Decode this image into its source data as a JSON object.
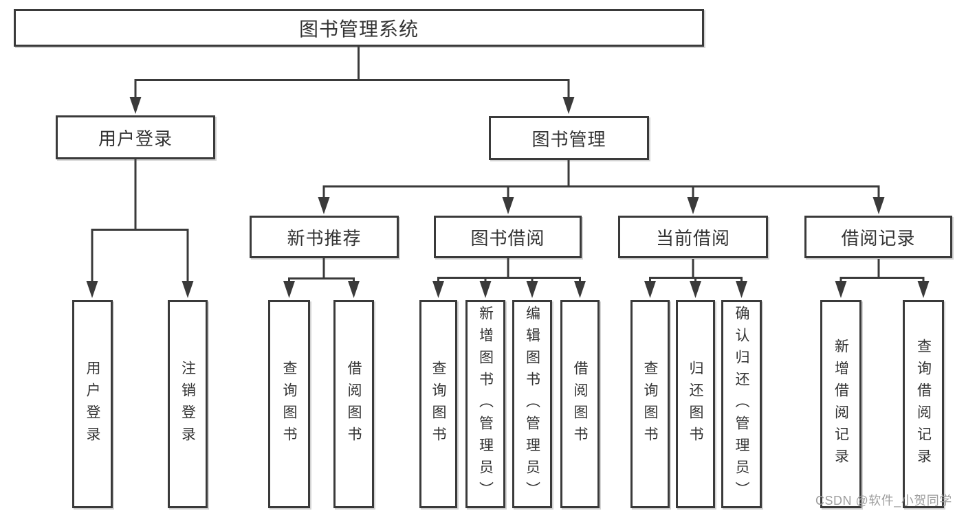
{
  "colors": {
    "line": "#3a3a3a",
    "text": "#333333",
    "box_bg": "#ffffff",
    "watermark": "#9e9e9e",
    "background": "#ffffff"
  },
  "diagram": {
    "type": "hierarchy-tree",
    "root": {
      "label": "图书管理系统"
    },
    "level2": [
      {
        "label": "用户登录"
      },
      {
        "label": "图书管理"
      }
    ],
    "level3": [
      {
        "label": "新书推荐",
        "parent": "图书管理"
      },
      {
        "label": "图书借阅",
        "parent": "图书管理"
      },
      {
        "label": "当前借阅",
        "parent": "图书管理"
      },
      {
        "label": "借阅记录",
        "parent": "图书管理"
      }
    ],
    "leaves": [
      {
        "label": "用户登录",
        "parent": "用户登录"
      },
      {
        "label": "注销登录",
        "parent": "用户登录"
      },
      {
        "label": "查询图书",
        "parent": "新书推荐"
      },
      {
        "label": "借阅图书",
        "parent": "新书推荐"
      },
      {
        "label": "查询图书",
        "parent": "图书借阅"
      },
      {
        "label": "新增图书（管理员）",
        "parent": "图书借阅"
      },
      {
        "label": "编辑图书（管理员）",
        "parent": "图书借阅"
      },
      {
        "label": "借阅图书",
        "parent": "图书借阅"
      },
      {
        "label": "查询图书",
        "parent": "当前借阅"
      },
      {
        "label": "归还图书",
        "parent": "当前借阅"
      },
      {
        "label": "确认归还（管理员）",
        "parent": "当前借阅"
      },
      {
        "label": "新增借阅记录",
        "parent": "借阅记录"
      },
      {
        "label": "查询借阅记录",
        "parent": "借阅记录"
      }
    ]
  },
  "watermark": {
    "text": "CSDN @软件_小贺同学"
  }
}
